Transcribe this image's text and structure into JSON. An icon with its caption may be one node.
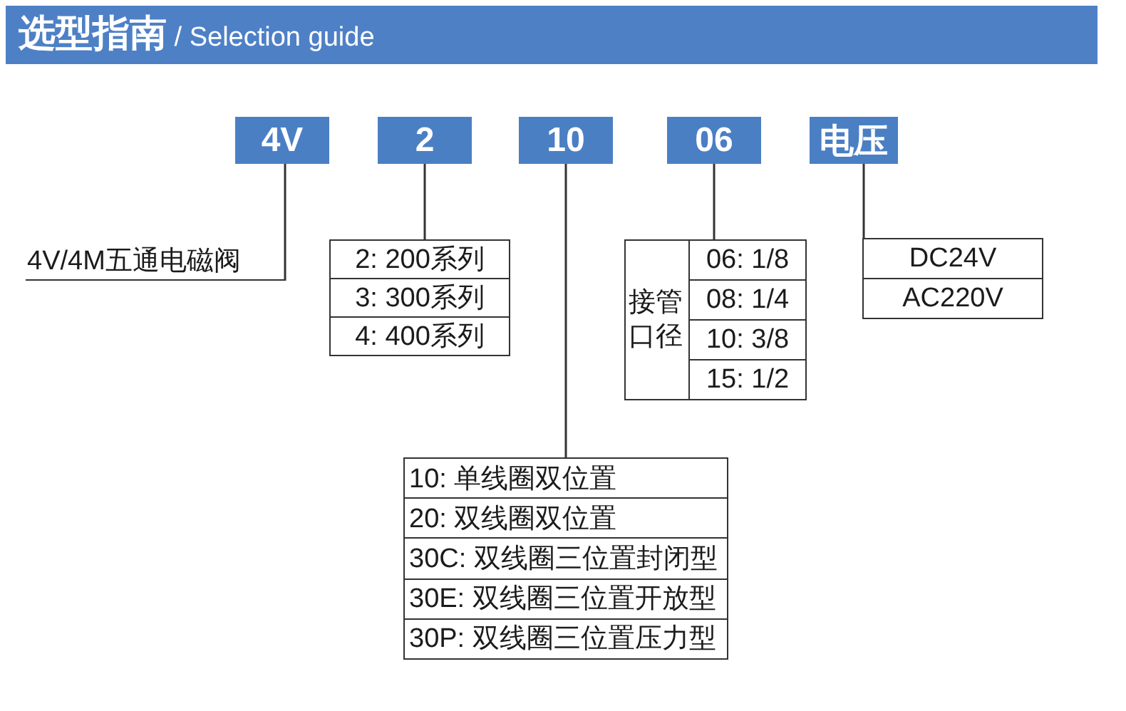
{
  "diagram": {
    "title": "**选型指南** / Selection guide",
    "nodes": [
      {
        "text": [
          "4V"
        ]
      },
      {
        "text": [
          "2"
        ]
      },
      {
        "text": [
          "10"
        ]
      },
      {
        "text": [
          "06"
        ]
      },
      {
        "text": [
          "电压"
        ]
      },
      {
        "text": [
          "4V/4M五通电磁阀"
        ]
      },
      {
        "text": [
          "2: 200系列",
          "3: 300系列",
          "4: 400系列"
        ]
      },
      {
        "text": [
          "接管口径",
          "06: 1/8",
          "08: 1/4",
          "10: 3/8",
          "15: 1/2"
        ]
      },
      {
        "text": [
          "DC24V",
          "AC220V"
        ]
      },
      {
        "text": [
          "10: 单线圈双位置",
          "20: 双线圈双位置",
          "30C: 双线圈三位置封闭型",
          "30E: 双线圈三位置开放型",
          "30P: 双线圈三位置压力型"
        ]
      }
    ],
    "edges": [
      {
        "from": 0,
        "to": 5,
        "arrow": "none"
      },
      {
        "from": 1,
        "to": 6,
        "arrow": "none"
      },
      {
        "from": 2,
        "to": 9,
        "arrow": "none"
      },
      {
        "from": 3,
        "to": 7,
        "arrow": "none"
      },
      {
        "from": 4,
        "to": 8,
        "arrow": "none"
      }
    ]
  }
}
